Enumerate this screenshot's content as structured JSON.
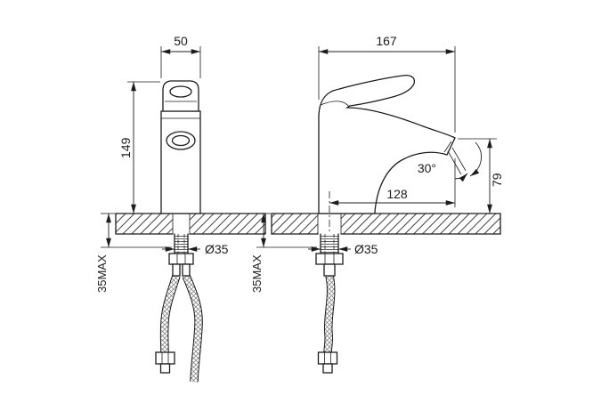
{
  "colors": {
    "background": "#ffffff",
    "line": "#1c1c1c"
  },
  "views": {
    "front": {
      "width": "50",
      "height": "149",
      "shank_diameter": "Ø35",
      "max_deck_thickness": "35MAX"
    },
    "side": {
      "length": "167",
      "spout_reach": "128",
      "spout_angle": "30°",
      "spout_height": "79",
      "shank_diameter": "Ø35",
      "max_deck_thickness": "35MAX"
    }
  }
}
